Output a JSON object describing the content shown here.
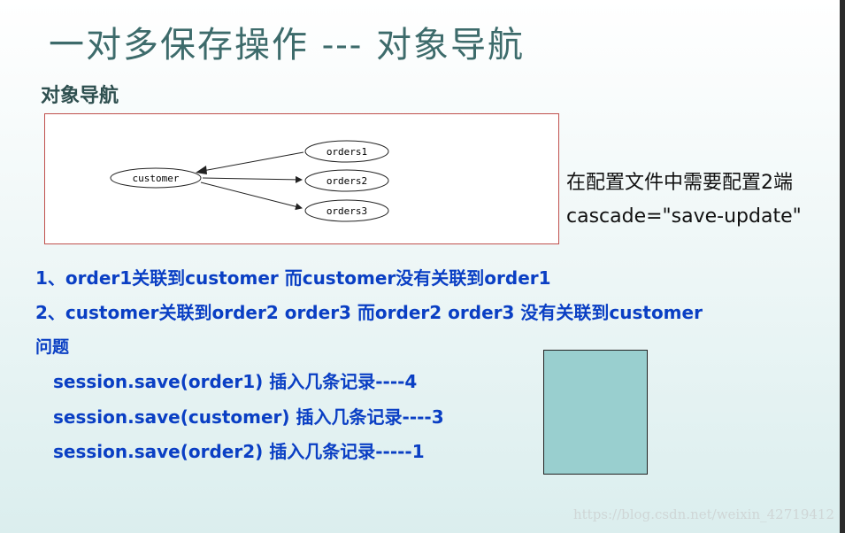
{
  "title": "一对多保存操作 --- 对象导航",
  "subtitle": "对象导航",
  "diagram": {
    "nodes": [
      "customer",
      "orders1",
      "orders2",
      "orders3"
    ]
  },
  "notes": {
    "line1": "在配置文件中需要配置2端",
    "line2": "cascade=\"save-update\""
  },
  "body": {
    "line1": "1、order1关联到customer 而customer没有关联到order1",
    "line2": "2、customer关联到order2 order3   而order2 order3 没有关联到customer",
    "question": "问题",
    "q1": "session.save(order1) 插入几条记录----4",
    "q2": "session.save(customer) 插入几条记录----3",
    "q3": "session.save(order2) 插入几条记录-----1"
  },
  "colors": {
    "title": "#3d6b6b",
    "body_text": "#0a3fc4",
    "diagram_border": "#c0504d",
    "box_fill": "#99cfcf"
  },
  "watermark": "https://blog.csdn.net/weixin_42719412"
}
